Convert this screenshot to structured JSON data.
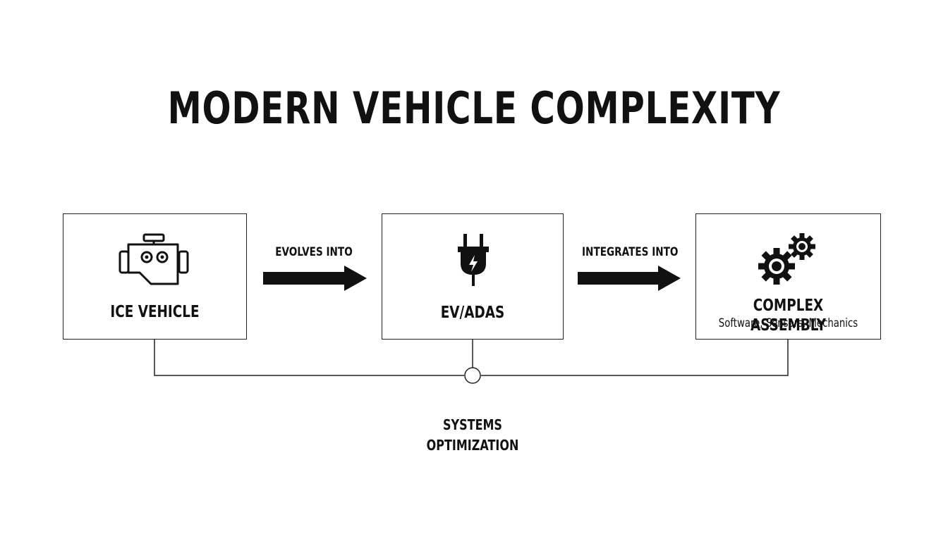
{
  "title": "MODERN VEHICLE COMPLEXITY",
  "nodes": [
    {
      "id": "ice",
      "label": "ICE VEHICLE",
      "icon": "engine-icon"
    },
    {
      "id": "ev",
      "label": "EV/ADAS",
      "icon": "plug-icon"
    },
    {
      "id": "complex",
      "label": "COMPLEX ASSEMBLY",
      "sublabel": "Software, Sensors, Mechanics",
      "icon": "gears-icon"
    }
  ],
  "edges": [
    {
      "from": "ice",
      "to": "ev",
      "label": "EVOLVES INTO"
    },
    {
      "from": "ev",
      "to": "complex",
      "label": "INTEGRATES INTO"
    }
  ],
  "hub": {
    "label_line1": "SYSTEMS",
    "label_line2": "OPTIMIZATION"
  },
  "colors": {
    "stroke": "#222222",
    "fill": "#111111",
    "background": "#ffffff"
  }
}
